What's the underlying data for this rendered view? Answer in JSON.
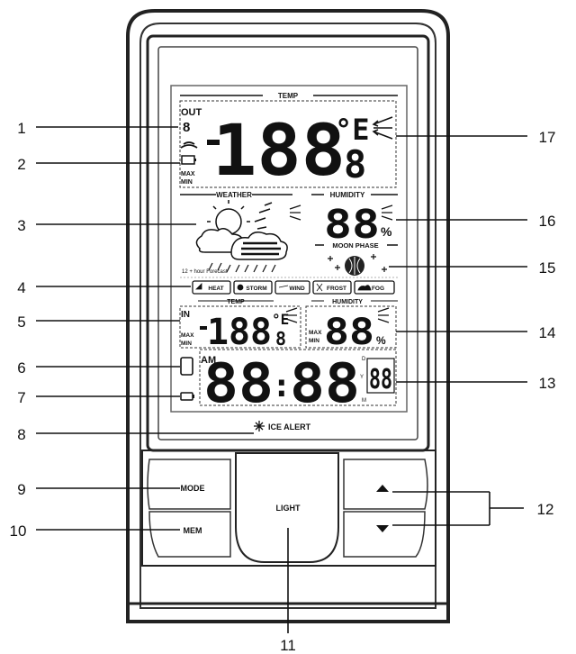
{
  "callouts": [
    "1",
    "2",
    "3",
    "4",
    "5",
    "6",
    "7",
    "8",
    "9",
    "10",
    "11",
    "12",
    "13",
    "14",
    "15",
    "16",
    "17"
  ],
  "lcd": {
    "temp_header": "TEMP",
    "out_label": "OUT",
    "max_label": "MAX",
    "min_label": "MIN",
    "out_temp_digits": "188",
    "out_temp_decimal": "8",
    "out_temp_unit": "°E",
    "weather_header": "WEATHER",
    "forecast_note": "12 + hour Forecast",
    "humidity_header": "HUMIDITY",
    "out_humidity_digits": "88",
    "percent": "%",
    "moon_header": "MOON PHASE",
    "alerts": [
      "HEAT",
      "STORM",
      "WIND",
      "FROST",
      "FOG"
    ],
    "in_label": "IN",
    "in_temp_digits": "188",
    "in_temp_decimal": "8",
    "in_temp_unit": "°E",
    "in_humidity_digits": "88",
    "am_label": "AM",
    "time_hours": "88",
    "time_minutes": "88",
    "date_digits": "88",
    "side_letters": [
      "D",
      "Y",
      "M"
    ],
    "ice_alert": "ICE ALERT"
  },
  "buttons": {
    "mode": "MODE",
    "mem": "MEM",
    "light": "LIGHT"
  }
}
